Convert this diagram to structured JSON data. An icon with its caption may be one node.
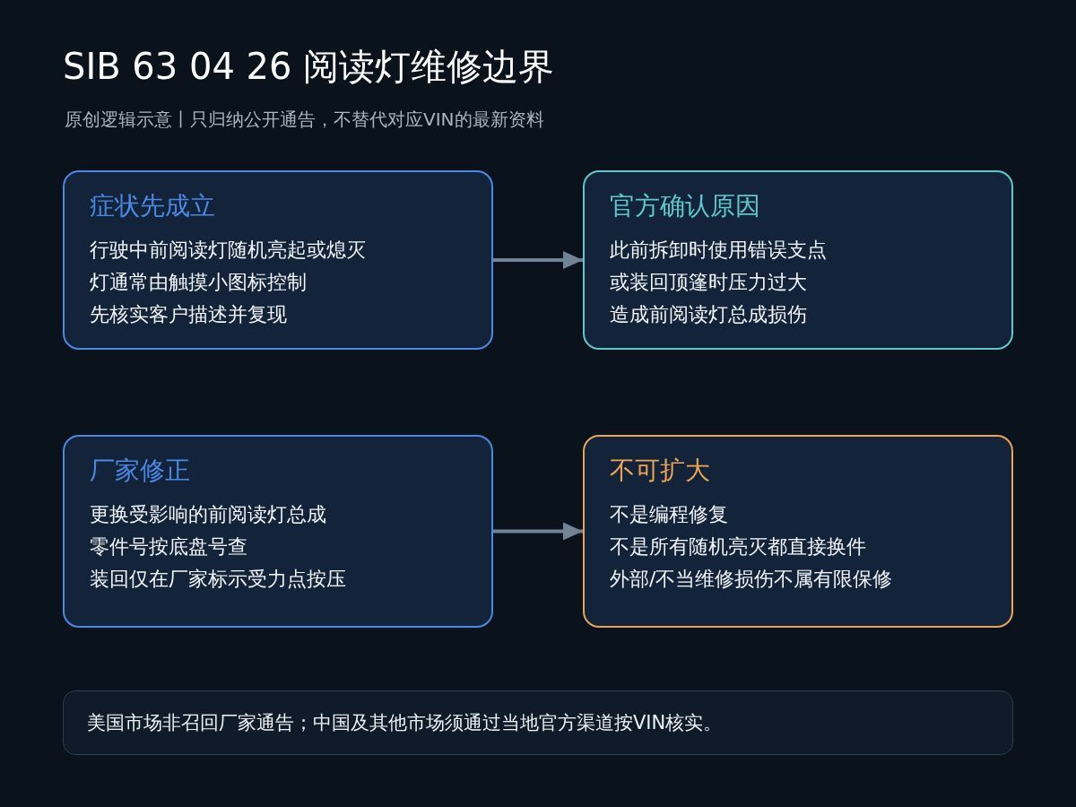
{
  "diagram": {
    "title": "SIB 63 04 26 阅读灯维修边界",
    "nodes": [
      {
        "text": [
          "症状先成立",
          "行驶中前阅读灯随机亮起或熄灭",
          "灯通常由触摸小图标控制",
          "先核实客户描述并复现"
        ]
      },
      {
        "text": [
          "官方确认原因",
          "此前拆卸时使用错误支点",
          "或装回顶篷时压力过大",
          "造成前阅读灯总成损伤"
        ]
      },
      {
        "text": [
          "厂家修正",
          "更换受影响的前阅读灯总成",
          "零件号按底盘号查",
          "装回仅在厂家标示受力点按压"
        ]
      },
      {
        "text": [
          "不可扩大",
          "不是编程修复",
          "不是所有随机亮灭都直接换件",
          "外部/不当维修损伤不属有限保修"
        ]
      },
      {
        "text": [
          "美国市场非召回厂家通告；中国及其他市场须通过当地官方渠道按VIN核实。"
        ]
      }
    ],
    "edges": [
      {
        "from": 0,
        "to": 1,
        "arrow": "to"
      },
      {
        "from": 2,
        "to": 3,
        "arrow": "to"
      }
    ],
    "labels": [
      "原创逻辑示意丨只归纳公开通告，不替代对应VIN的最新资料"
    ]
  }
}
